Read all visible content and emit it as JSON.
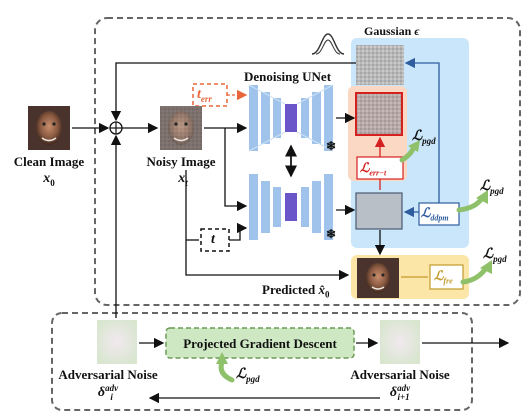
{
  "labels": {
    "gaussian": "Gaussian",
    "gaussian_symbol": "ϵ",
    "denoising_unet": "Denoising UNet",
    "clean_image": "Clean Image",
    "clean_symbol": "x",
    "clean_sub": "0",
    "noisy_image": "Noisy Image",
    "noisy_symbol": "x",
    "noisy_sub": "t",
    "predicted": "Predicted",
    "predicted_symbol": "x̂",
    "predicted_sub": "0",
    "t_err_main": "t",
    "t_err_sub": "err",
    "t_box": "t",
    "pgd_box": "Projected Gradient Descent",
    "adv_noise_left": "Adversarial Noise",
    "adv_left_symbol": "δ",
    "adv_left_sub": "i",
    "adv_left_sup": "adv",
    "adv_noise_right": "Adversarial Noise",
    "adv_right_symbol": "δ",
    "adv_right_sub": "i+1",
    "adv_right_sup": "adv"
  },
  "losses": {
    "pgd_top": {
      "L": "ℒ",
      "sub": "pgd"
    },
    "err_t": {
      "L": "ℒ",
      "sub": "err−t"
    },
    "ddpm": {
      "L": "ℒ",
      "sub": "ddpm"
    },
    "pgd_right": {
      "L": "ℒ",
      "sub": "pgd"
    },
    "pgd_pred": {
      "L": "ℒ",
      "sub": "pgd"
    },
    "fre": {
      "L": "ℒ",
      "sub": "fre"
    },
    "pgd_bottom": {
      "L": "ℒ",
      "sub": "pgd"
    }
  },
  "icons": {
    "snowflake": "❄",
    "sum": "⊕"
  },
  "colors": {
    "blue_panel": "#c9e6fb",
    "orange_panel": "#fbd8c4",
    "yellow_panel": "#fbe6a8",
    "pgd_green": "#cfe8c4",
    "t_err_orange": "#e8663a",
    "red_box": "#d42020",
    "unet_blue": "#9fc3ea",
    "unet_purple": "#6b56c9",
    "arrow_blue": "#2f5d9e",
    "green_arrow": "#8ec16a"
  }
}
